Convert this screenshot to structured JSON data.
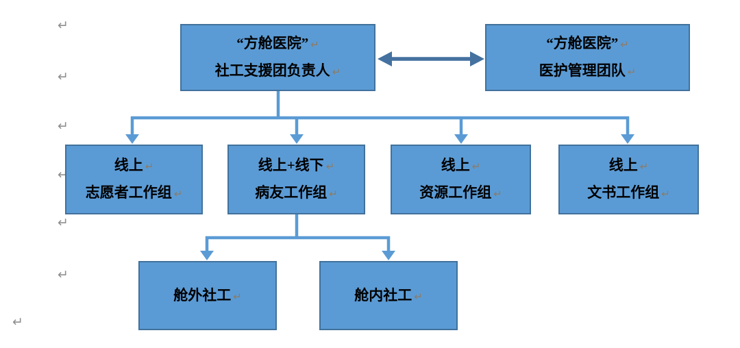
{
  "return_glyph": "↵",
  "colors": {
    "box_fill": "#5B9BD5",
    "box_border": "#41719C",
    "tree_connector": "#5B9BD5",
    "double_arrow": "#44719F",
    "margin_mark": "#8F8F8F",
    "inline_mark": "#8D7B64",
    "text": "#000000"
  },
  "nodes": {
    "leader": {
      "line1": "“方舱医院”",
      "line2": "社工支援团负责人"
    },
    "medical": {
      "line1": "“方舱医院”",
      "line2": "医护管理团队"
    },
    "volunteer": {
      "line1": "线上",
      "line2": "志愿者工作组"
    },
    "patient": {
      "line1": "线上+线下",
      "line2": "病友工作组"
    },
    "resource": {
      "line1": "线上",
      "line2": "资源工作组"
    },
    "clerical": {
      "line1": "线上",
      "line2": "文书工作组"
    },
    "outside": {
      "line1": "舱外社工"
    },
    "inside": {
      "line1": "舱内社工"
    }
  },
  "hierarchy": {
    "bidirectional_link": [
      "leader",
      "medical"
    ],
    "leader_children": [
      "volunteer",
      "patient",
      "resource",
      "clerical"
    ],
    "patient_children": [
      "outside",
      "inside"
    ]
  }
}
